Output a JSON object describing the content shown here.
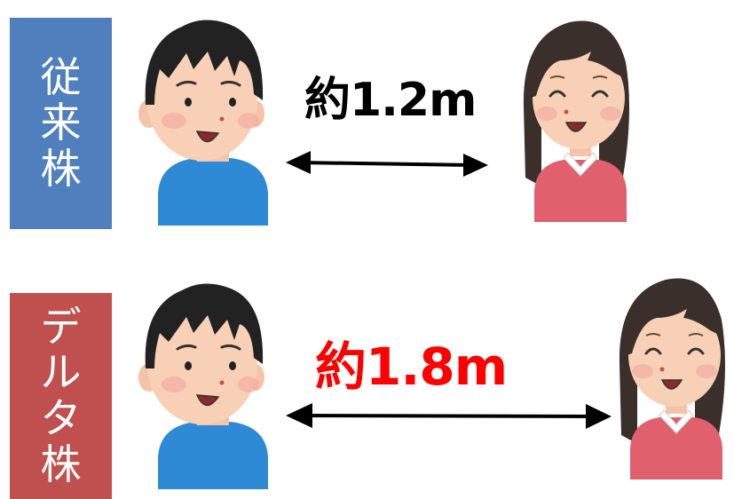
{
  "rows": [
    {
      "label_chars": [
        "従",
        "来",
        "株"
      ],
      "label_color": "#4f7fbd",
      "distance": "約1.2m",
      "distance_color": "#000000"
    },
    {
      "label_chars": [
        "デ",
        "ル",
        "タ",
        "株"
      ],
      "label_color": "#c0504e",
      "distance": "約1.8m",
      "distance_color": "#ff0000"
    }
  ],
  "people": [
    {
      "icon": "boy-blue-shirt-icon",
      "shirt_color": "#2f8ad6"
    },
    {
      "icon": "woman-pink-sweater-icon",
      "shirt_color": "#e0606e"
    }
  ]
}
